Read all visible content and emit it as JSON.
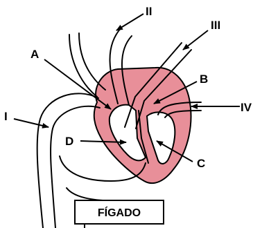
{
  "labels": {
    "I": "I",
    "II": "II",
    "III": "III",
    "IV": "IV",
    "A": "A",
    "B": "B",
    "C": "C",
    "D": "D"
  },
  "organ_box": {
    "text": "FÍGADO"
  },
  "colors": {
    "heart_fill": "#e88f99",
    "outline": "#000000",
    "background": "#ffffff"
  }
}
